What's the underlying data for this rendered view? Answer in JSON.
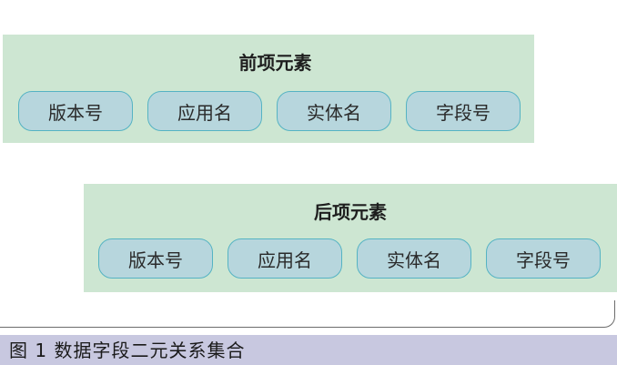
{
  "front": {
    "title": "前项元素",
    "items": [
      "版本号",
      "应用名",
      "实体名",
      "字段号"
    ]
  },
  "back": {
    "title": "后项元素",
    "items": [
      "版本号",
      "应用名",
      "实体名",
      "字段号"
    ]
  },
  "caption": "图 1  数据字段二元关系集合",
  "colors": {
    "group_fill": "#cde6d2",
    "pill_fill": "#b7d6dd",
    "pill_border": "#55b3c3",
    "caption_fill": "#c8c8e0"
  }
}
